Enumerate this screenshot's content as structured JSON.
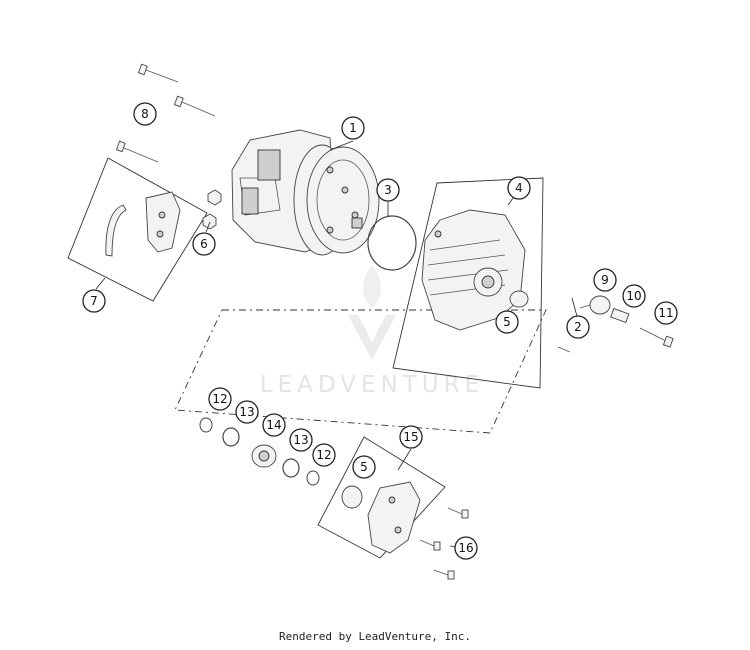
{
  "callouts": [
    {
      "id": "1",
      "label": "1"
    },
    {
      "id": "2",
      "label": "2"
    },
    {
      "id": "3",
      "label": "3"
    },
    {
      "id": "4",
      "label": "4"
    },
    {
      "id": "5a",
      "label": "5"
    },
    {
      "id": "5b",
      "label": "5"
    },
    {
      "id": "6",
      "label": "6"
    },
    {
      "id": "7",
      "label": "7"
    },
    {
      "id": "8",
      "label": "8"
    },
    {
      "id": "9",
      "label": "9"
    },
    {
      "id": "10",
      "label": "10"
    },
    {
      "id": "11",
      "label": "11"
    },
    {
      "id": "12a",
      "label": "12"
    },
    {
      "id": "12b",
      "label": "12"
    },
    {
      "id": "13a",
      "label": "13"
    },
    {
      "id": "13b",
      "label": "13"
    },
    {
      "id": "14",
      "label": "14"
    },
    {
      "id": "15",
      "label": "15"
    },
    {
      "id": "16",
      "label": "16"
    }
  ],
  "watermark": {
    "text": "LEADVENTURE"
  },
  "footer": {
    "text": "Rendered by LeadVenture, Inc."
  }
}
